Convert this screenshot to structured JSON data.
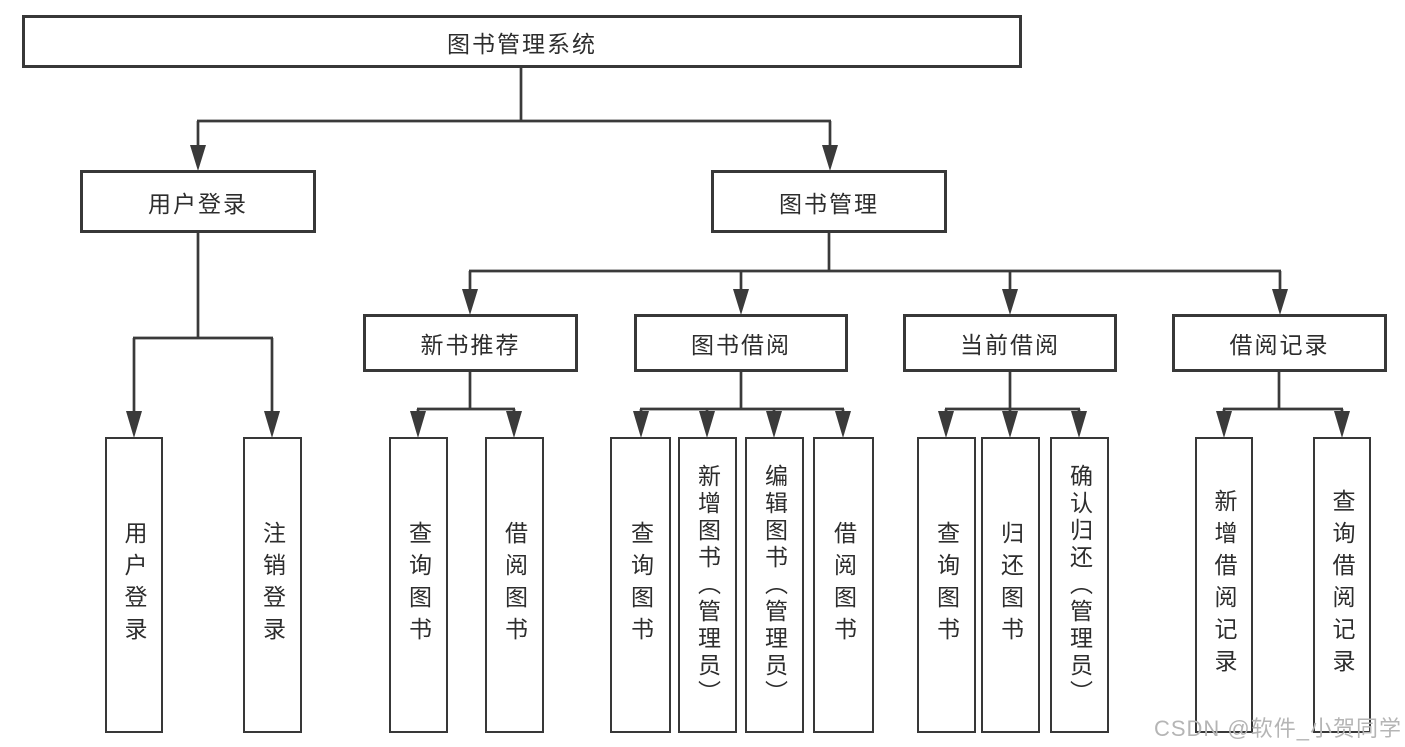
{
  "tree": {
    "root": "图书管理系统",
    "branches": [
      {
        "label": "用户登录",
        "children": [
          "用户登录",
          "注销登录"
        ]
      },
      {
        "label": "图书管理",
        "children": [
          {
            "label": "新书推荐",
            "children": [
              "查询图书",
              "借阅图书"
            ]
          },
          {
            "label": "图书借阅",
            "children": [
              "查询图书",
              "新增图书（管理员）",
              "编辑图书（管理员）",
              "借阅图书"
            ]
          },
          {
            "label": "当前借阅",
            "children": [
              "查询图书",
              "归还图书",
              "确认归还（管理员）"
            ]
          },
          {
            "label": "借阅记录",
            "children": [
              "新增借阅记录",
              "查询借阅记录"
            ]
          }
        ]
      }
    ]
  },
  "watermark": "CSDN @软件_小贺同学",
  "colors": {
    "line": "#3a3a3a",
    "border": "#383838",
    "text": "#2d2d2d",
    "watermark": "#b5b5b5",
    "background": "#ffffff"
  }
}
